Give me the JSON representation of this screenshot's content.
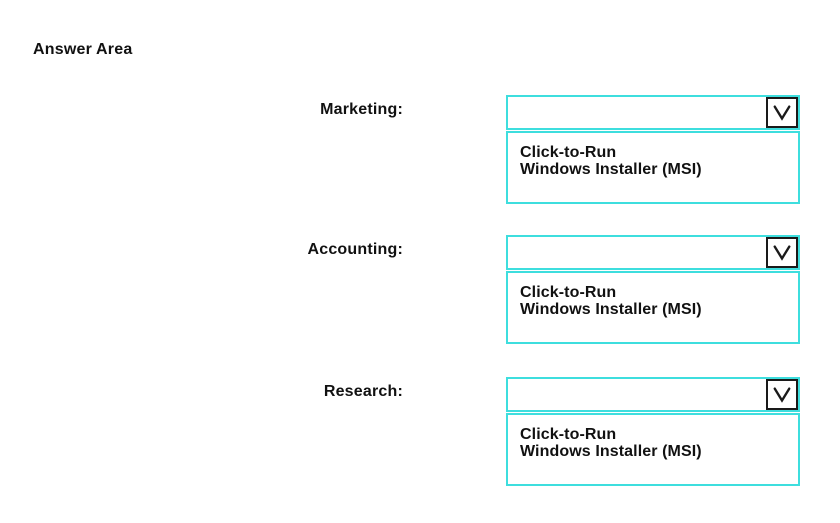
{
  "title": "Answer Area",
  "colors": {
    "accent_cyan": "#3edede",
    "button_border": "#1a1a1a",
    "text": "#111111",
    "background": "#ffffff"
  },
  "icons": {
    "dropdown": "chevron-down"
  },
  "rows": [
    {
      "label": "Marketing:",
      "value": "",
      "options": [
        "Click-to-Run",
        "Windows Installer (MSI)"
      ]
    },
    {
      "label": "Accounting:",
      "value": "",
      "options": [
        "Click-to-Run",
        "Windows Installer (MSI)"
      ]
    },
    {
      "label": "Research:",
      "value": "",
      "options": [
        "Click-to-Run",
        "Windows Installer (MSI)"
      ]
    }
  ]
}
